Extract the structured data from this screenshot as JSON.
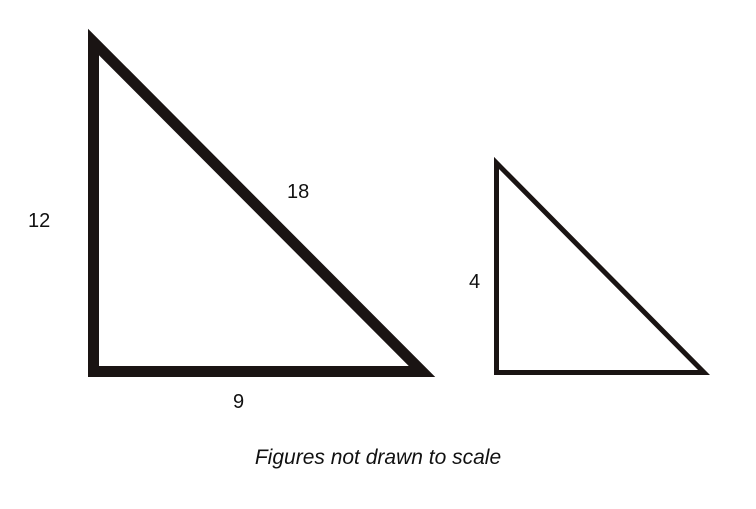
{
  "figures": {
    "large_triangle": {
      "labels": {
        "vertical_side": "12",
        "hypotenuse": "18",
        "base": "9"
      },
      "stroke_color": "#1a1413"
    },
    "small_triangle": {
      "labels": {
        "vertical_side": "4"
      },
      "stroke_color": "#1a1413"
    }
  },
  "caption": "Figures not drawn to scale"
}
